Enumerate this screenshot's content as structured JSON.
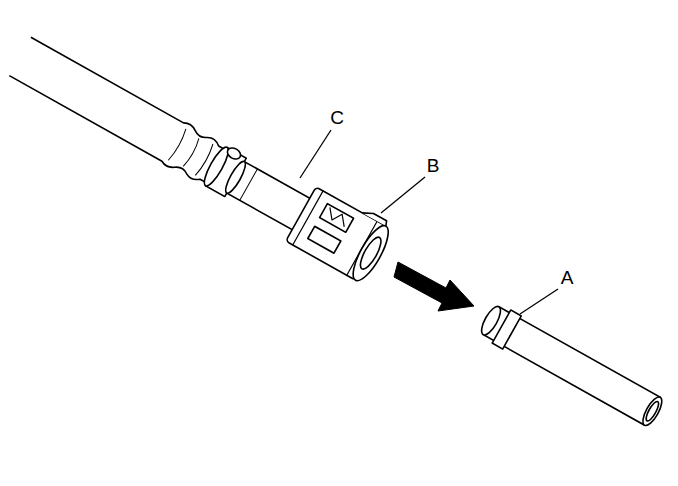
{
  "diagram": {
    "labels": [
      "C",
      "B",
      "A"
    ]
  }
}
